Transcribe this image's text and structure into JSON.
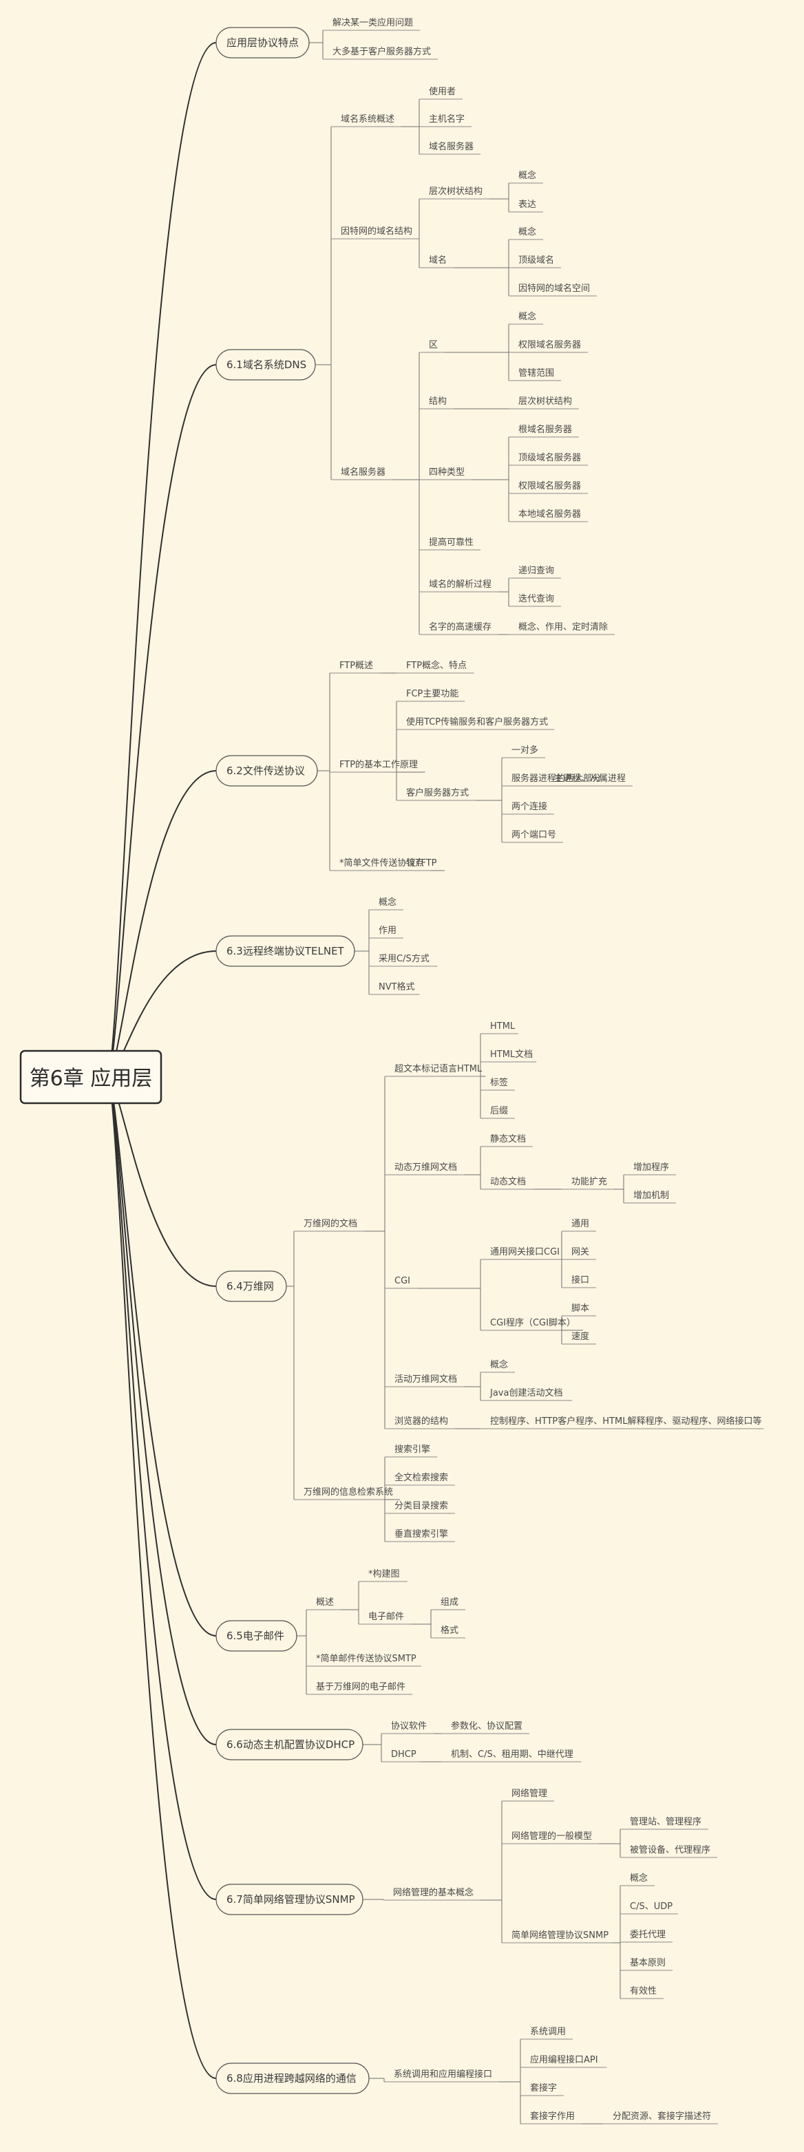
{
  "root": "第6章 应用层",
  "topics": [
    {
      "label": "应用层协议特点",
      "children": [
        {
          "label": "解决某一类应用问题"
        },
        {
          "label": "大多基于客户服务器方式"
        }
      ]
    },
    {
      "label": "6.1域名系统DNS",
      "children": [
        {
          "label": "域名系统概述",
          "children": [
            {
              "label": "使用者"
            },
            {
              "label": "主机名字"
            },
            {
              "label": "域名服务器"
            }
          ]
        },
        {
          "label": "因特网的域名结构",
          "children": [
            {
              "label": "层次树状结构",
              "children": [
                {
                  "label": "概念"
                },
                {
                  "label": "表达"
                }
              ]
            },
            {
              "label": "域名",
              "children": [
                {
                  "label": "概念"
                },
                {
                  "label": "顶级域名"
                },
                {
                  "label": "因特网的域名空间"
                }
              ]
            }
          ]
        },
        {
          "label": "域名服务器",
          "children": [
            {
              "label": "区",
              "children": [
                {
                  "label": "概念"
                },
                {
                  "label": "权限域名服务器"
                },
                {
                  "label": "管辖范围"
                }
              ]
            },
            {
              "label": "结构",
              "children": [
                {
                  "label": "层次树状结构"
                }
              ]
            },
            {
              "label": "四种类型",
              "children": [
                {
                  "label": "根域名服务器"
                },
                {
                  "label": "顶级域名服务器"
                },
                {
                  "label": "权限域名服务器"
                },
                {
                  "label": "本地域名服务器"
                }
              ]
            },
            {
              "label": "提高可靠性"
            },
            {
              "label": "域名的解析过程",
              "children": [
                {
                  "label": "递归查询"
                },
                {
                  "label": "迭代查询"
                }
              ]
            },
            {
              "label": "名字的高速缓存",
              "children": [
                {
                  "label": "概念、作用、定时清除"
                }
              ]
            }
          ]
        }
      ]
    },
    {
      "label": "6.2文件传送协议",
      "children": [
        {
          "label": "FTP概述",
          "children": [
            {
              "label": "FTP概念、特点"
            }
          ]
        },
        {
          "label": "FTP的基本工作原理",
          "children": [
            {
              "label": "FCP主要功能"
            },
            {
              "label": "使用TCP传输服务和客户服务器方式"
            },
            {
              "label": "客户服务器方式",
              "children": [
                {
                  "label": "一对多"
                },
                {
                  "label": "服务器进程的两大部分",
                  "children": [
                    {
                      "label": "主进程、从属进程"
                    }
                  ]
                },
                {
                  "label": "两个连接"
                },
                {
                  "label": "两个端口号"
                }
              ]
            }
          ]
        },
        {
          "label": "*简单文件传送协议TFTP",
          "children": [
            {
              "label": "特点"
            }
          ]
        }
      ]
    },
    {
      "label": "6.3远程终端协议TELNET",
      "children": [
        {
          "label": "概念"
        },
        {
          "label": "作用"
        },
        {
          "label": "采用C/S方式"
        },
        {
          "label": "NVT格式"
        }
      ]
    },
    {
      "label": "6.4万维网",
      "children": [
        {
          "label": "万维网的文档",
          "children": [
            {
              "label": "超文本标记语言HTML",
              "children": [
                {
                  "label": "HTML"
                },
                {
                  "label": "HTML文档"
                },
                {
                  "label": "标签"
                },
                {
                  "label": "后缀"
                }
              ]
            },
            {
              "label": "动态万维网文档",
              "children": [
                {
                  "label": "静态文档"
                },
                {
                  "label": "动态文档",
                  "children": [
                    {
                      "label": "功能扩充",
                      "children": [
                        {
                          "label": "增加程序"
                        },
                        {
                          "label": "增加机制"
                        }
                      ]
                    }
                  ]
                }
              ]
            },
            {
              "label": "CGI",
              "children": [
                {
                  "label": "通用网关接口CGI",
                  "children": [
                    {
                      "label": "通用"
                    },
                    {
                      "label": "网关"
                    },
                    {
                      "label": "接口"
                    }
                  ]
                },
                {
                  "label": "CGI程序（CGI脚本）",
                  "children": [
                    {
                      "label": "脚本"
                    },
                    {
                      "label": "速度"
                    }
                  ]
                }
              ]
            },
            {
              "label": "活动万维网文档",
              "children": [
                {
                  "label": "概念"
                },
                {
                  "label": "Java创建活动文档"
                }
              ]
            },
            {
              "label": "浏览器的结构",
              "children": [
                {
                  "label": "控制程序、HTTP客户程序、HTML解释程序、驱动程序、网络接口等"
                }
              ]
            }
          ]
        },
        {
          "label": "万维网的信息检索系统",
          "children": [
            {
              "label": "搜索引擎"
            },
            {
              "label": "全文检索搜索"
            },
            {
              "label": "分类目录搜索"
            },
            {
              "label": "垂直搜索引擎"
            }
          ]
        }
      ]
    },
    {
      "label": "6.5电子邮件",
      "children": [
        {
          "label": "概述",
          "children": [
            {
              "label": "*构建图"
            },
            {
              "label": "电子邮件",
              "children": [
                {
                  "label": "组成"
                },
                {
                  "label": "格式"
                }
              ]
            }
          ]
        },
        {
          "label": "*简单邮件传送协议SMTP"
        },
        {
          "label": "基于万维网的电子邮件"
        }
      ]
    },
    {
      "label": "6.6动态主机配置协议DHCP",
      "children": [
        {
          "label": "协议软件",
          "children": [
            {
              "label": "参数化、协议配置"
            }
          ]
        },
        {
          "label": "DHCP",
          "children": [
            {
              "label": "机制、C/S、租用期、中继代理"
            }
          ]
        }
      ]
    },
    {
      "label": "6.7简单网络管理协议SNMP",
      "children": [
        {
          "label": "网络管理的基本概念",
          "children": [
            {
              "label": "网络管理"
            },
            {
              "label": "网络管理的一般模型",
              "children": [
                {
                  "label": "管理站、管理程序"
                },
                {
                  "label": "被管设备、代理程序"
                }
              ]
            },
            {
              "label": "简单网络管理协议SNMP",
              "children": [
                {
                  "label": "概念"
                },
                {
                  "label": "C/S、UDP"
                },
                {
                  "label": "委托代理"
                },
                {
                  "label": "基本原则"
                },
                {
                  "label": "有效性"
                }
              ]
            }
          ]
        }
      ]
    },
    {
      "label": "6.8应用进程跨越网络的通信",
      "children": [
        {
          "label": "系统调用和应用编程接口",
          "children": [
            {
              "label": "系统调用"
            },
            {
              "label": "应用编程接口API"
            },
            {
              "label": "套接字"
            },
            {
              "label": "套接字作用",
              "children": [
                {
                  "label": "分配资源、套接字描述符"
                }
              ]
            }
          ]
        }
      ]
    }
  ]
}
